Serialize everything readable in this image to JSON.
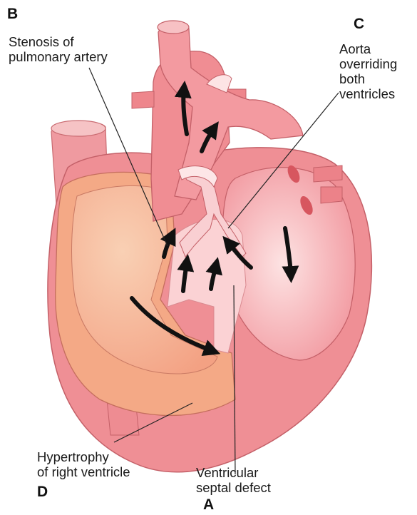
{
  "labels": {
    "a": {
      "letter": "A",
      "text": "Ventricular\nseptal defect"
    },
    "b": {
      "letter": "B",
      "text": "Stenosis of\npulmonary artery"
    },
    "c": {
      "letter": "C",
      "text": "Aorta\noverriding\nboth\nventricles"
    },
    "d": {
      "letter": "D",
      "text": "Hypertrophy\nof right ventricle"
    }
  },
  "colors": {
    "heart_outer": "#ee9296",
    "heart_dark": "#e47a80",
    "vessel": "#f0888e",
    "right_ventricle": "#f6b59a",
    "left_ventricle": "#f4a7ad",
    "septum_light": "#fbd6d6",
    "valve": "#f7c3c6",
    "arrow": "#111111",
    "line": "#222222"
  }
}
